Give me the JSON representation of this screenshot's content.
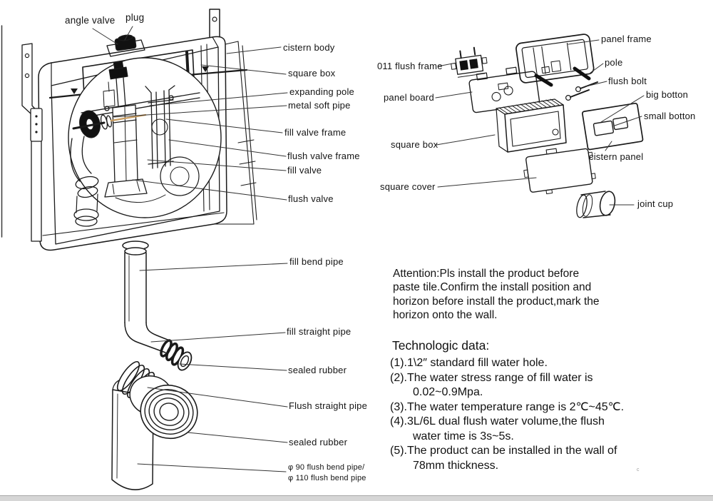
{
  "parts": {
    "angle_valve": "angle valve",
    "plug": "plug",
    "cistern_body": "cistern body",
    "square_box": "square box",
    "expanding_pole": "expanding pole",
    "metal_soft_pipe": "metal soft pipe",
    "fill_valve_frame": "fill valve frame",
    "flush_valve_frame": "flush valve frame",
    "fill_valve": "fill valve",
    "flush_valve": "flush valve",
    "fill_bend_pipe": "fill bend pipe",
    "fill_straight_pipe": "fill straight pipe",
    "sealed_rubber_upper": "sealed rubber",
    "flush_straight_pipe": "Flush straight pipe",
    "sealed_rubber_lower": "sealed rubber",
    "flush_bend_pipe_90": "φ 90 flush bend pipe/",
    "flush_bend_pipe_110": "φ 110 flush bend pipe"
  },
  "panel_parts": {
    "flush_frame_011": "011 flush frame",
    "panel_board": "panel board",
    "square_box": "square box",
    "square_cover": "square cover",
    "panel_frame": "panel frame",
    "pole": "pole",
    "flush_bolt": "flush bolt",
    "big_botton": "big botton",
    "small_botton": "small botton",
    "cistern_panel": "cistern panel",
    "joint_cup": "joint cup"
  },
  "attention": {
    "line1": "Attention:Pls install the product before",
    "line2": "paste tile.Confirm the install position and",
    "line3": "horizon before install the product,mark the",
    "line4": "horizon onto the wall."
  },
  "tech": {
    "heading": "Technologic data:",
    "line1": "(1).1\\2″  standard fill water hole.",
    "line2": "(2).The water stress range of fill water is",
    "line3": "0.02~0.9Mpa.",
    "line4": "(3).The water temperature range is 2℃~45℃.",
    "line5": "(4).3L/6L dual flush water volume,the flush",
    "line6": "water time is 3s~5s.",
    "line7": "(5).The product can be installed in the wall of",
    "line8": "78mm thickness."
  },
  "marks": {
    "corner": "c"
  },
  "colors": {
    "line": "#1a1a1a",
    "dark_fill": "#111111",
    "pole_tint": "#c79b5f",
    "band": "#d6d6d6"
  }
}
